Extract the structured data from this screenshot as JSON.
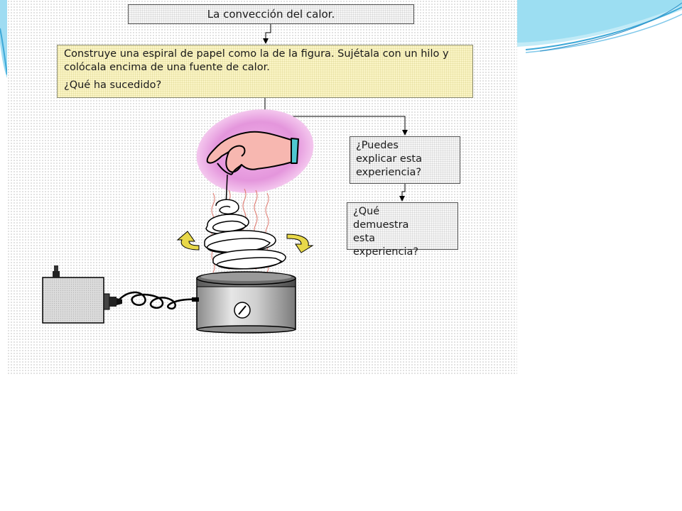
{
  "slide": {
    "title": "La convección del calor.",
    "instructions": [
      "Construye una espiral de papel como la de la figura. Sujétala con un hilo y colócala encima de una fuente de calor.",
      "¿Qué ha sucedido?"
    ],
    "questions": [
      "¿Puedes explicar esta experiencia?",
      "¿Qué demuestra esta experiencia?"
    ]
  },
  "colors": {
    "box_yellow": "#fbf5c6",
    "box_grey": "#f6f6f6",
    "hand_glow": "#e08ad8",
    "hand_skin": "#f7b7b0",
    "cuff": "#4fc7d0",
    "heat_lines": "#e07a70",
    "rotation_arrows": "#e8d84a",
    "decor_blue": "#5bb8e0"
  }
}
